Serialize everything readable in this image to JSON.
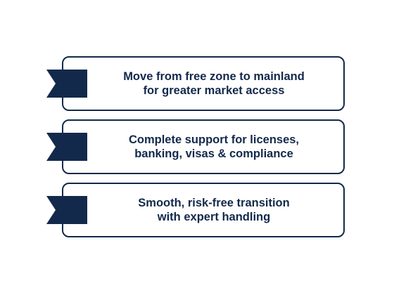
{
  "colors": {
    "primary": "#13294b",
    "background": "#ffffff"
  },
  "items": [
    {
      "text": "Move from free zone to mainland\nfor greater market access",
      "icon": "ribbon-flag-icon"
    },
    {
      "text": "Complete support for licenses,\nbanking, visas & compliance",
      "icon": "ribbon-flag-icon"
    },
    {
      "text": "Smooth, risk-free transition\nwith expert handling",
      "icon": "ribbon-flag-icon"
    }
  ]
}
